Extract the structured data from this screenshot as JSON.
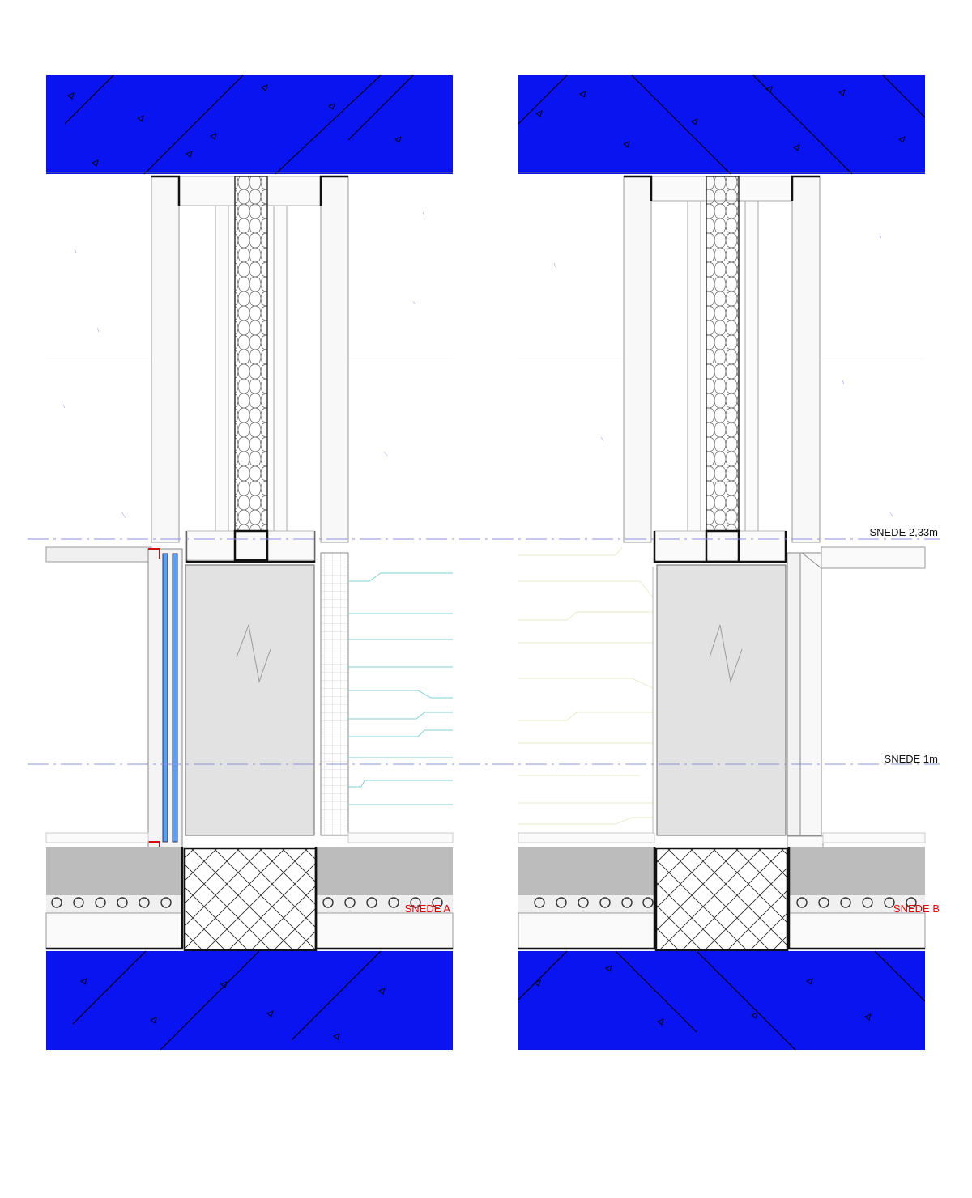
{
  "sections": [
    {
      "id": "a",
      "label": "SNEDE A"
    },
    {
      "id": "b",
      "label": "SNEDE B"
    }
  ],
  "cut_lines": [
    {
      "id": "upper",
      "label": "SNEDE 2,33m"
    },
    {
      "id": "lower",
      "label": "SNEDE 1m"
    }
  ],
  "colors": {
    "concrete_slab": "#0a14f0",
    "slab_marks": "#000000",
    "label_red": "#e0000a",
    "cut_line": "#8a8fe0",
    "glass": "#5aa0f0",
    "window_frame_red": "#d01010",
    "door_panel": "#e2e2e2",
    "floor_screed": "#bcbcbc",
    "wall_board": "#f8f8f8",
    "tile_lines": "#7fd0d0"
  }
}
